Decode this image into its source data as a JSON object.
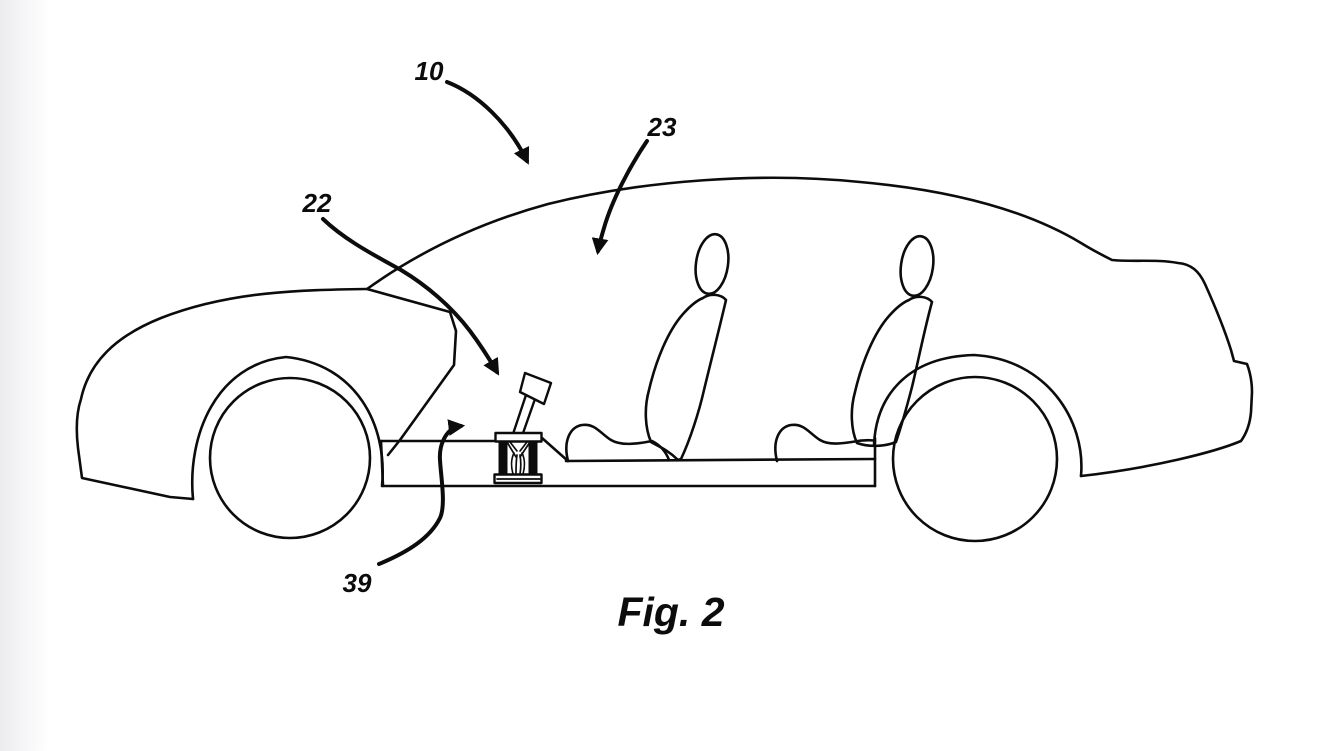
{
  "figure": {
    "caption": "Fig. 2",
    "labels": {
      "l10": "10",
      "l22": "22",
      "l23": "23",
      "l39": "39"
    }
  },
  "drawing": {
    "subject": "sedan-side-profile-with-gear-shifter-assembly",
    "colors": {
      "line": "#0c0c0c",
      "background": "#ffffff",
      "page_edge_shadow": "#ececee"
    }
  }
}
